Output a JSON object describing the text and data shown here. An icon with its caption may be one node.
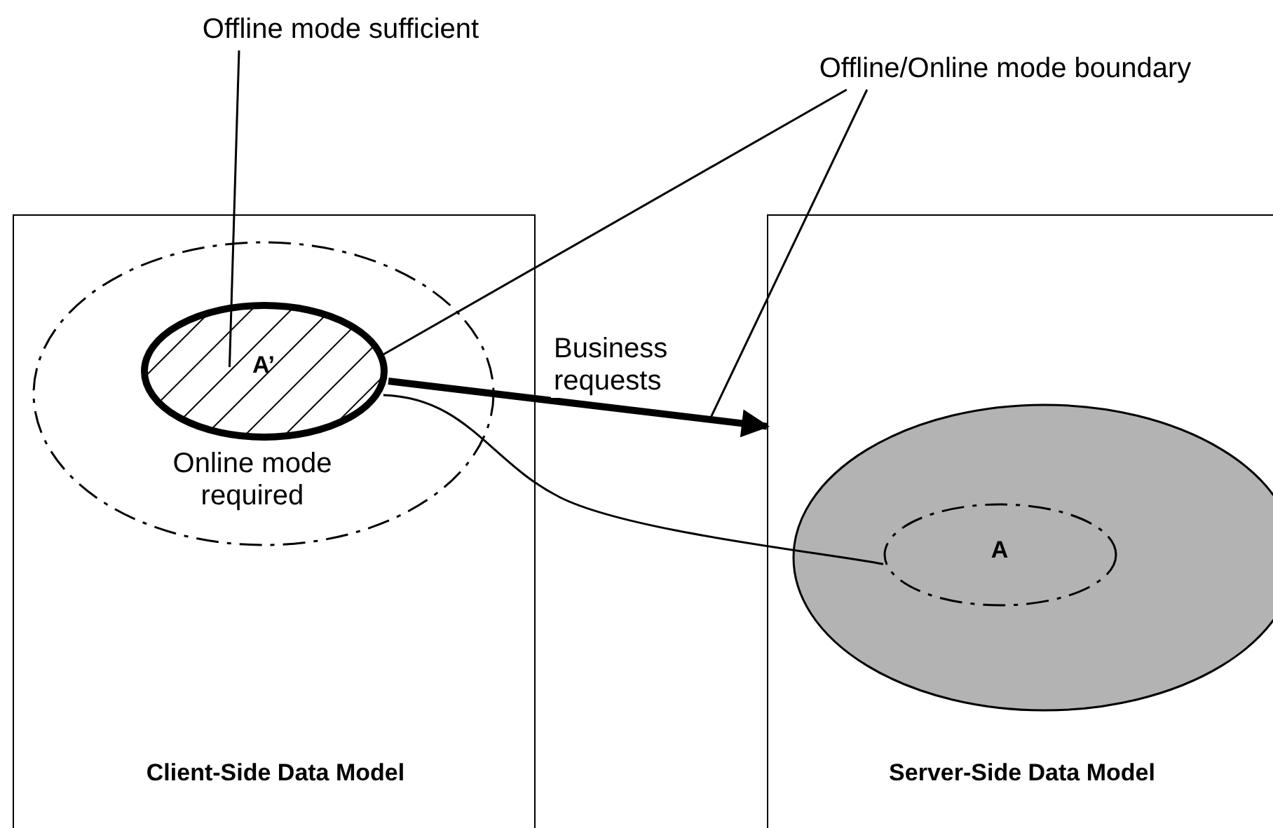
{
  "diagram": {
    "nodes": [
      {
        "text": [
          "Client-Side Data Model"
        ]
      },
      {
        "text": [
          "Online mode required"
        ],
        "in": 0
      },
      {
        "text": [
          "A’"
        ],
        "in": 1
      },
      {
        "text": [
          "Server-Side Data Model"
        ]
      },
      {
        "text": [],
        "shape": "circle",
        "in": 3
      },
      {
        "text": [
          "A"
        ],
        "in": 4
      },
      {
        "text": [
          "Offline mode sufficient"
        ]
      },
      {
        "text": [
          "Offline/Online mode boundary"
        ]
      }
    ],
    "edges": [
      {
        "from": 6,
        "to": 2,
        "arrow": "none"
      },
      {
        "from": 7,
        "to": 2,
        "arrow": "none"
      },
      {
        "from": 7,
        "to": null,
        "arrow": "none"
      },
      {
        "from": 2,
        "to": 3,
        "arrow": "to",
        "label": "Business requests",
        "style": "thick"
      },
      {
        "from": 2,
        "to": 5,
        "arrow": "none"
      }
    ]
  }
}
